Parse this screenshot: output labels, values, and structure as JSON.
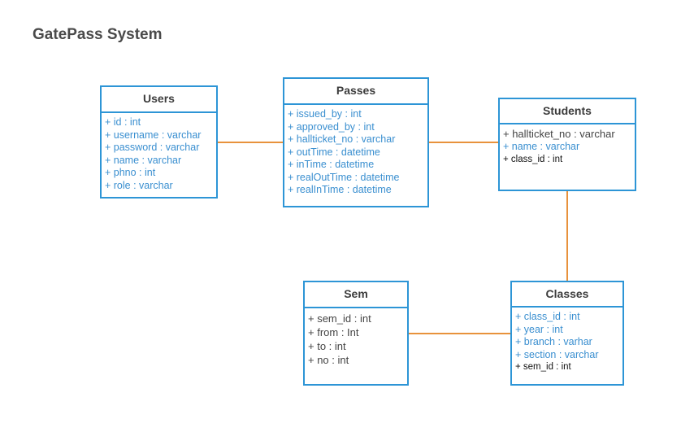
{
  "diagram": {
    "title": "GatePass System",
    "colors": {
      "entity_border": "#2d95d6",
      "connector": "#e8923c",
      "attribute_blue": "#3a8fd0",
      "attribute_dark": "#444444",
      "title_text": "#4a4a4a"
    },
    "entities": {
      "users": {
        "name": "Users",
        "attributes": [
          "+ id : int",
          "+ username : varchar",
          "+ password : varchar",
          "+ name : varchar",
          "+ phno : int",
          "+ role : varchar"
        ]
      },
      "passes": {
        "name": "Passes",
        "attributes": [
          "+ issued_by : int",
          "+ approved_by : int",
          "+ hallticket_no : varchar",
          "+ outTime : datetime",
          "+ inTime : datetime",
          "+ realOutTime : datetime",
          "+ realInTime : datetime"
        ]
      },
      "students": {
        "name": "Students",
        "attributes": [
          "+ hallticket_no : varchar",
          "+ name : varchar",
          "+ class_id : int"
        ]
      },
      "sem": {
        "name": "Sem",
        "attributes": [
          "+ sem_id : int",
          "+ from : Int",
          "+ to : int",
          "+ no : int"
        ]
      },
      "classes": {
        "name": "Classes",
        "attributes": [
          "+  class_id : int",
          "+ year : int",
          "+ branch : varhar",
          "+ section : varchar",
          "+ sem_id : int"
        ]
      }
    },
    "relationships": [
      {
        "from": "Users",
        "to": "Passes"
      },
      {
        "from": "Passes",
        "to": "Students"
      },
      {
        "from": "Students",
        "to": "Classes"
      },
      {
        "from": "Sem",
        "to": "Classes"
      }
    ]
  }
}
